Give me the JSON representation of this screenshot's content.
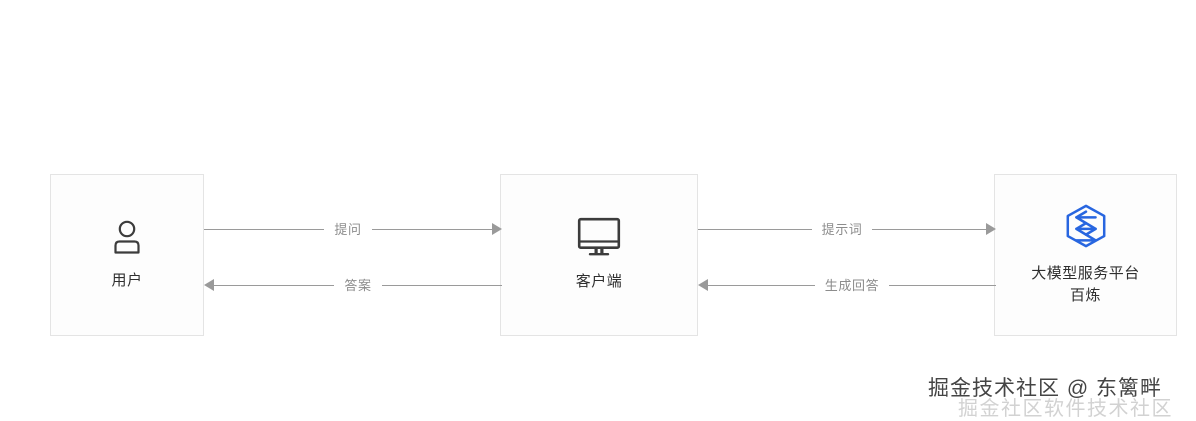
{
  "diagram": {
    "background_color": "#ffffff",
    "nodes": [
      {
        "id": "user",
        "label": "用户",
        "icon": "person-icon",
        "icon_color": "#3c3c3c"
      },
      {
        "id": "client",
        "label": "客户端",
        "icon": "monitor-icon",
        "icon_color": "#3c3c3c"
      },
      {
        "id": "platform",
        "label": "大模型服务平台\n百炼",
        "icon": "bailian-logo-icon",
        "icon_color": "#2866e0"
      }
    ],
    "edges": [
      {
        "id": "ask",
        "label": "提问",
        "from": "user",
        "to": "client",
        "direction": "right"
      },
      {
        "id": "answer",
        "label": "答案",
        "from": "client",
        "to": "user",
        "direction": "left"
      },
      {
        "id": "prompt",
        "label": "提示词",
        "from": "client",
        "to": "platform",
        "direction": "right"
      },
      {
        "id": "generate",
        "label": "生成回答",
        "from": "platform",
        "to": "client",
        "direction": "left"
      }
    ],
    "edge_color": "#9a9a9a",
    "node_border_color": "#e4e4e4"
  },
  "watermark": {
    "primary": "掘金技术社区 @ 东篱畔",
    "secondary": "掘金社区软件技术社区"
  }
}
